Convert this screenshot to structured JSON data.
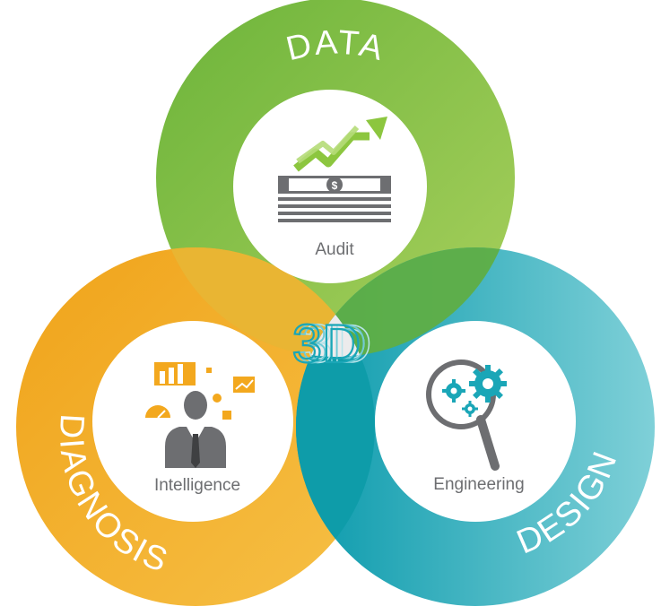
{
  "diagram": {
    "center_label": "3D",
    "circles": [
      {
        "ring_label": "DATA",
        "inner_label": "Audit",
        "icon": "money-growth-icon",
        "color": "#7cbd3b"
      },
      {
        "ring_label": "DIAGNOSIS",
        "inner_label": "Intelligence",
        "icon": "businessman-analytics-icon",
        "color": "#f3a81e"
      },
      {
        "ring_label": "DESIGN",
        "inner_label": "Engineering",
        "icon": "gear-magnifier-icon",
        "color": "#1aa6b7"
      }
    ],
    "colors": {
      "center": "#ecebec",
      "green_light": "#a9d05d",
      "orange_light": "#f6c046",
      "teal_light": "#78cdd6",
      "icon_gray": "#6d6e71",
      "overlap_green_orange": "#e3b636",
      "overlap_green_teal": "#5fae45",
      "overlap_orange_teal": "#0e9ca9"
    }
  }
}
